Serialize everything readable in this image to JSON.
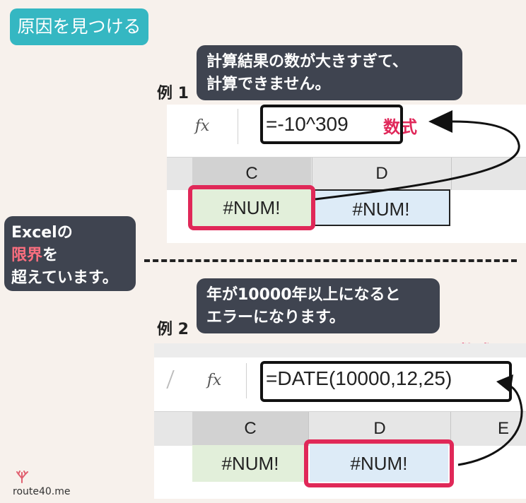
{
  "header": {
    "tag": "原因を見つける"
  },
  "example1": {
    "label": "例 1",
    "bubble_lines": [
      "計算結果の数が大きすぎて、",
      "計算できません。"
    ],
    "fx": "fx",
    "formula": "=-10^309",
    "formula_tag": "数式",
    "columns": [
      "C",
      "D"
    ],
    "cells": [
      "#NUM!",
      "#NUM!"
    ]
  },
  "side": {
    "line1": "Excelの",
    "line2_red": "限界",
    "line2_rest": "を",
    "line3": "超えています。"
  },
  "example2": {
    "label": "例 2",
    "bubble_lines": [
      "年が10000年以上になると",
      "エラーになります。"
    ],
    "formula_tag": "数式",
    "fx": "fx",
    "formula": "=DATE(10000,12,25)",
    "columns": [
      "C",
      "D",
      "E"
    ],
    "cells": [
      "#NUM!",
      "#NUM!"
    ]
  },
  "footer": {
    "site": "route40.me",
    "logo_icon": "coral-icon"
  },
  "colors": {
    "accent_teal": "#35b7c2",
    "bubble_dark": "#3f4450",
    "highlight_pink": "#e02858"
  }
}
